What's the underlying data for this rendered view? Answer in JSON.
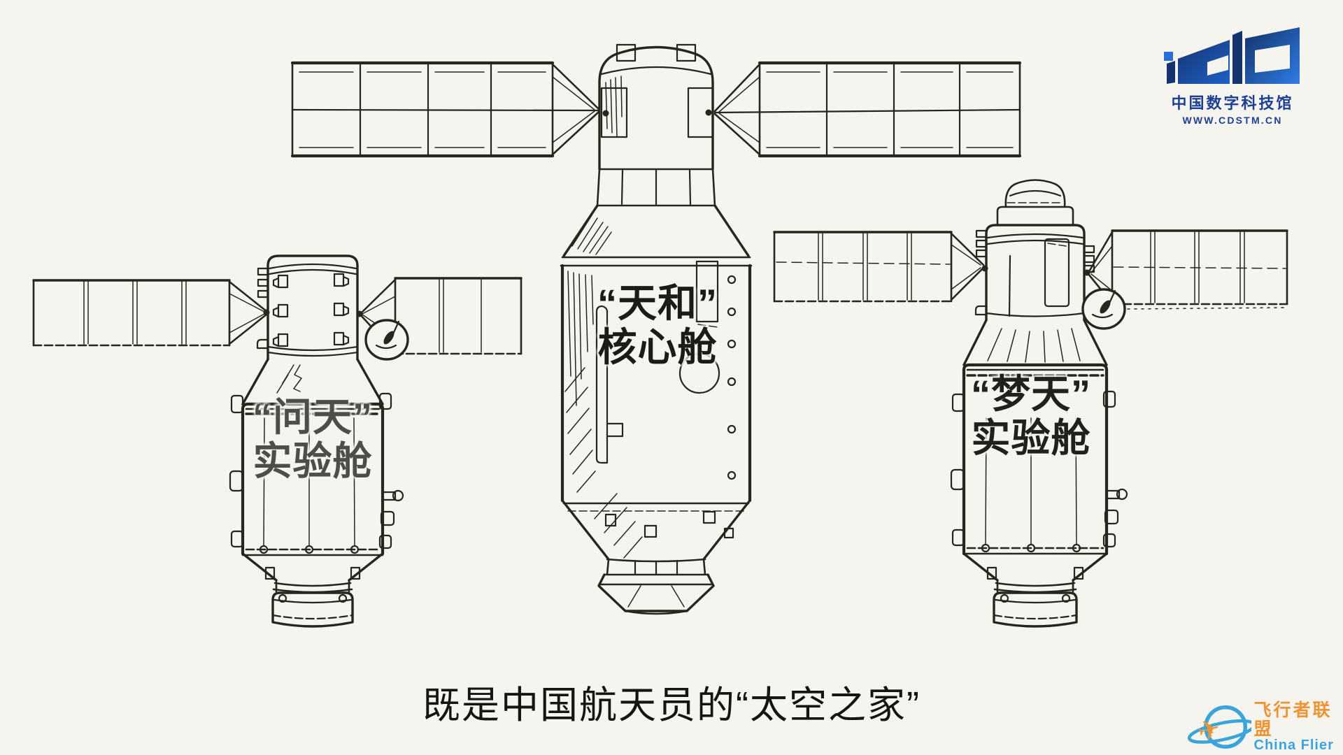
{
  "page": {
    "background": "#f5f4ef",
    "ink": "#26261f"
  },
  "diagram": {
    "description": "hand-drawn sketch of the Chinese space station modules",
    "modules": [
      {
        "id": "wentian",
        "label_line1": "“问天”",
        "label_line2": "实验舱",
        "label_color": "#4e4e49"
      },
      {
        "id": "tianhe",
        "label_line1": "“天和”",
        "label_line2": "核心舱",
        "label_color": "#1b1b18"
      },
      {
        "id": "mengtian",
        "label_line1": "“梦天”",
        "label_line2": "实验舱",
        "label_color": "#20201c"
      }
    ]
  },
  "caption": {
    "text": "既是中国航天员的“太空之家”"
  },
  "cdstm_logo": {
    "title": "中国数字科技馆",
    "url": "WWW.CDSTM.CN",
    "navy": "#16336f",
    "blue": "#2e7de5",
    "text_color": "#1d3f94"
  },
  "china_flier": {
    "title_cn": "飞行者联盟",
    "title_en": "China Flier",
    "orange": "#ef9433",
    "blue": "#3ba5db"
  }
}
